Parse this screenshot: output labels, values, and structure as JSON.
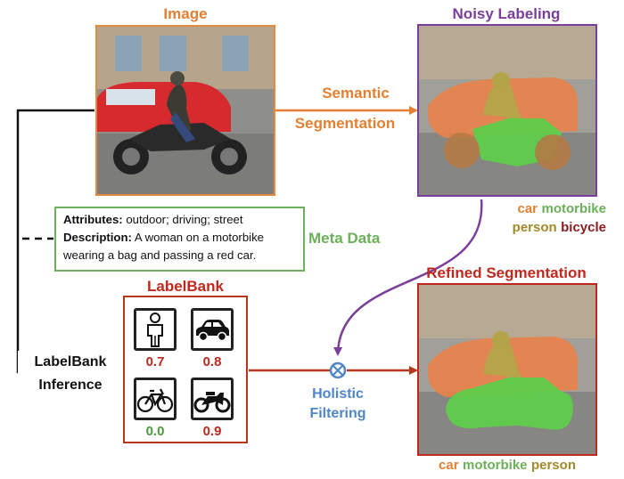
{
  "titles": {
    "image": "Image",
    "noisy": "Noisy Labeling",
    "refined": "Refined Segmentation",
    "labelbank": "LabelBank"
  },
  "edges": {
    "semantic_line1": "Semantic",
    "semantic_line2": "Segmentation",
    "meta": "Meta Data",
    "inference_line1": "LabelBank",
    "inference_line2": "Inference",
    "holistic_line1": "Holistic",
    "holistic_line2": "Filtering"
  },
  "meta_data": {
    "attributes_label": "Attributes:",
    "attributes_value": "outdoor; driving; street",
    "description_label": "Description:",
    "description_value": "A woman on a motorbike wearing a bag and passing a red car."
  },
  "noisy_legend": {
    "car": "car",
    "motorbike": "motorbike",
    "person": "person",
    "bicycle": "bicycle"
  },
  "refined_legend": {
    "car": "car",
    "motorbike": "motorbike",
    "person": "person"
  },
  "labelbank": [
    {
      "icon": "person-icon",
      "score": "0.7"
    },
    {
      "icon": "car-icon",
      "score": "0.8"
    },
    {
      "icon": "bicycle-icon",
      "score": "0.0"
    },
    {
      "icon": "motorbike-icon",
      "score": "0.9"
    }
  ],
  "colors": {
    "orange": "#e57f32",
    "purple": "#7a3f9a",
    "red": "#c0281e",
    "green": "#6db05a",
    "olive": "#a28a2a",
    "blue": "#4f86c6",
    "dark_red": "#8a1c1c"
  }
}
